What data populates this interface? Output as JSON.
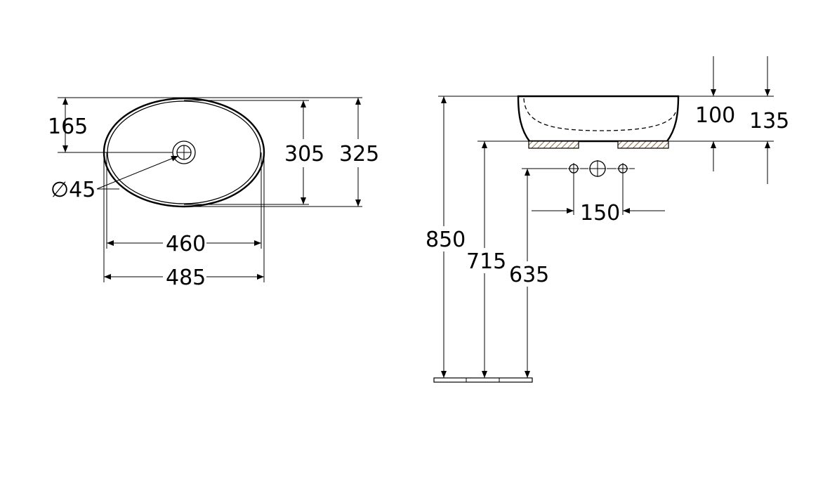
{
  "top_view": {
    "dim_outlet_offset": "165",
    "dim_inner_depth": "305",
    "dim_outer_depth": "325",
    "dim_outlet_diameter": "∅45",
    "dim_inner_width": "460",
    "dim_outer_width": "485"
  },
  "side_view": {
    "dim_total_height": "850",
    "dim_base_height": "715",
    "dim_tap_height": "635",
    "dim_basin_inner_height": "100",
    "dim_basin_outer_height": "135",
    "dim_tap_spacing": "150"
  },
  "colors": {
    "line": "#000000",
    "hatch": "#8a6a3a",
    "background": "#ffffff"
  }
}
